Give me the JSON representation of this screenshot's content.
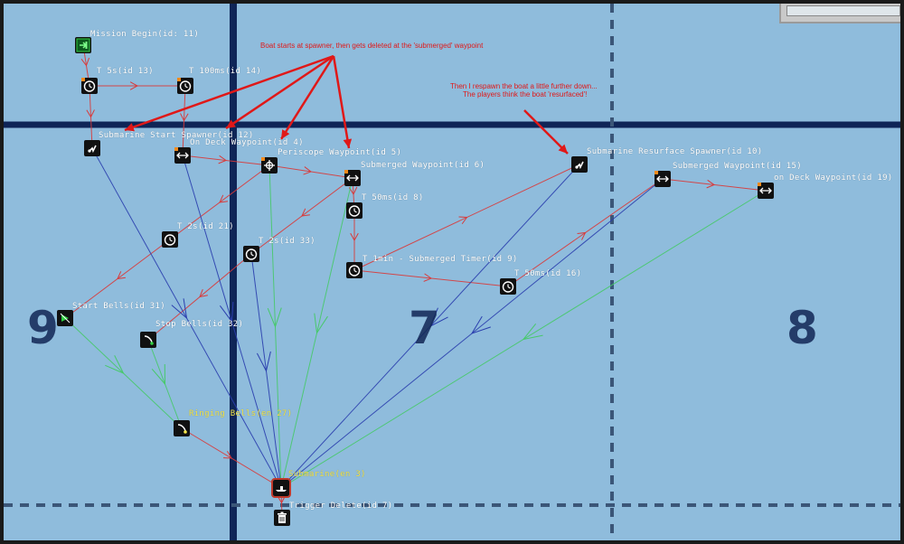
{
  "sectors": [
    {
      "id": "sector-9",
      "text": "9"
    },
    {
      "id": "sector-7",
      "text": "7"
    },
    {
      "id": "sector-8",
      "text": "8"
    }
  ],
  "annotations": {
    "top": "Boat starts at spawner, then gets deleted at the 'submerged' waypoint",
    "right_line1": "Then I respawn the boat a little further down...",
    "right_line2": "The players think the boat 'resurfaced'!"
  },
  "nodes": [
    {
      "id": "mission-begin",
      "icon": "enter-icon",
      "label": "Mission Begin(id: 11)"
    },
    {
      "id": "t5s",
      "icon": "timer-icon",
      "label": "T 5s(id 13)"
    },
    {
      "id": "t100ms",
      "icon": "timer-icon",
      "label": "T 100ms(id 14)"
    },
    {
      "id": "sub-start-spawner",
      "icon": "spawner-icon",
      "label": "Submarine Start Spawner(id 12)"
    },
    {
      "id": "on-deck-wp",
      "icon": "waypoint-icon",
      "label": "On Deck Waypoint(id 4)"
    },
    {
      "id": "periscope-wp",
      "icon": "waypoint-icon",
      "label": "Periscope Waypoint(id 5)"
    },
    {
      "id": "submerged-wp",
      "icon": "waypoint-icon",
      "label": "Submerged Waypoint(id 6)"
    },
    {
      "id": "t50ms-8",
      "icon": "timer-icon",
      "label": "T 50ms(id 8)"
    },
    {
      "id": "t2s-21",
      "icon": "timer-icon",
      "label": "T 2s(id 21)"
    },
    {
      "id": "t2s-33",
      "icon": "timer-icon",
      "label": "T 2s(id 33)"
    },
    {
      "id": "t1min",
      "icon": "timer-icon",
      "label": "T 1min - Submerged Timer(id 9)"
    },
    {
      "id": "t50ms-16",
      "icon": "timer-icon",
      "label": "T 50ms(id 16)"
    },
    {
      "id": "start-bells",
      "icon": "sound-start-icon",
      "label": "Start Bells(id 31)"
    },
    {
      "id": "stop-bells",
      "icon": "sound-stop-icon",
      "label": "Stop Bells(id 32)"
    },
    {
      "id": "ringing-bells",
      "icon": "bell-icon",
      "label": "Ringing Bells(en 27)",
      "yellow": true
    },
    {
      "id": "submarine",
      "icon": "submarine-icon",
      "label": "Submarine(en 3)",
      "yellow": true
    },
    {
      "id": "trigger-delete",
      "icon": "trash-icon",
      "label": "Trigger Delete(id 7)"
    },
    {
      "id": "resurface-spawner",
      "icon": "spawner-icon",
      "label": "Submarine Resurface Spawner(id 10)"
    },
    {
      "id": "submerged-wp-15",
      "icon": "waypoint-icon",
      "label": "Submerged Waypoint(id 15)"
    },
    {
      "id": "on-deck-wp-19",
      "icon": "waypoint-icon",
      "label": "on Deck Waypoint(id 19)"
    }
  ],
  "colors": {
    "map_bg": "#8fbcdc",
    "grid_major": "#0f2557",
    "grid_minor": "#3b5678",
    "link_red": "#d93a3a",
    "link_blue": "#2b3fae",
    "link_green": "#47c96a",
    "annotation_red": "#e01818",
    "timer_orange": "#f08a1c"
  }
}
